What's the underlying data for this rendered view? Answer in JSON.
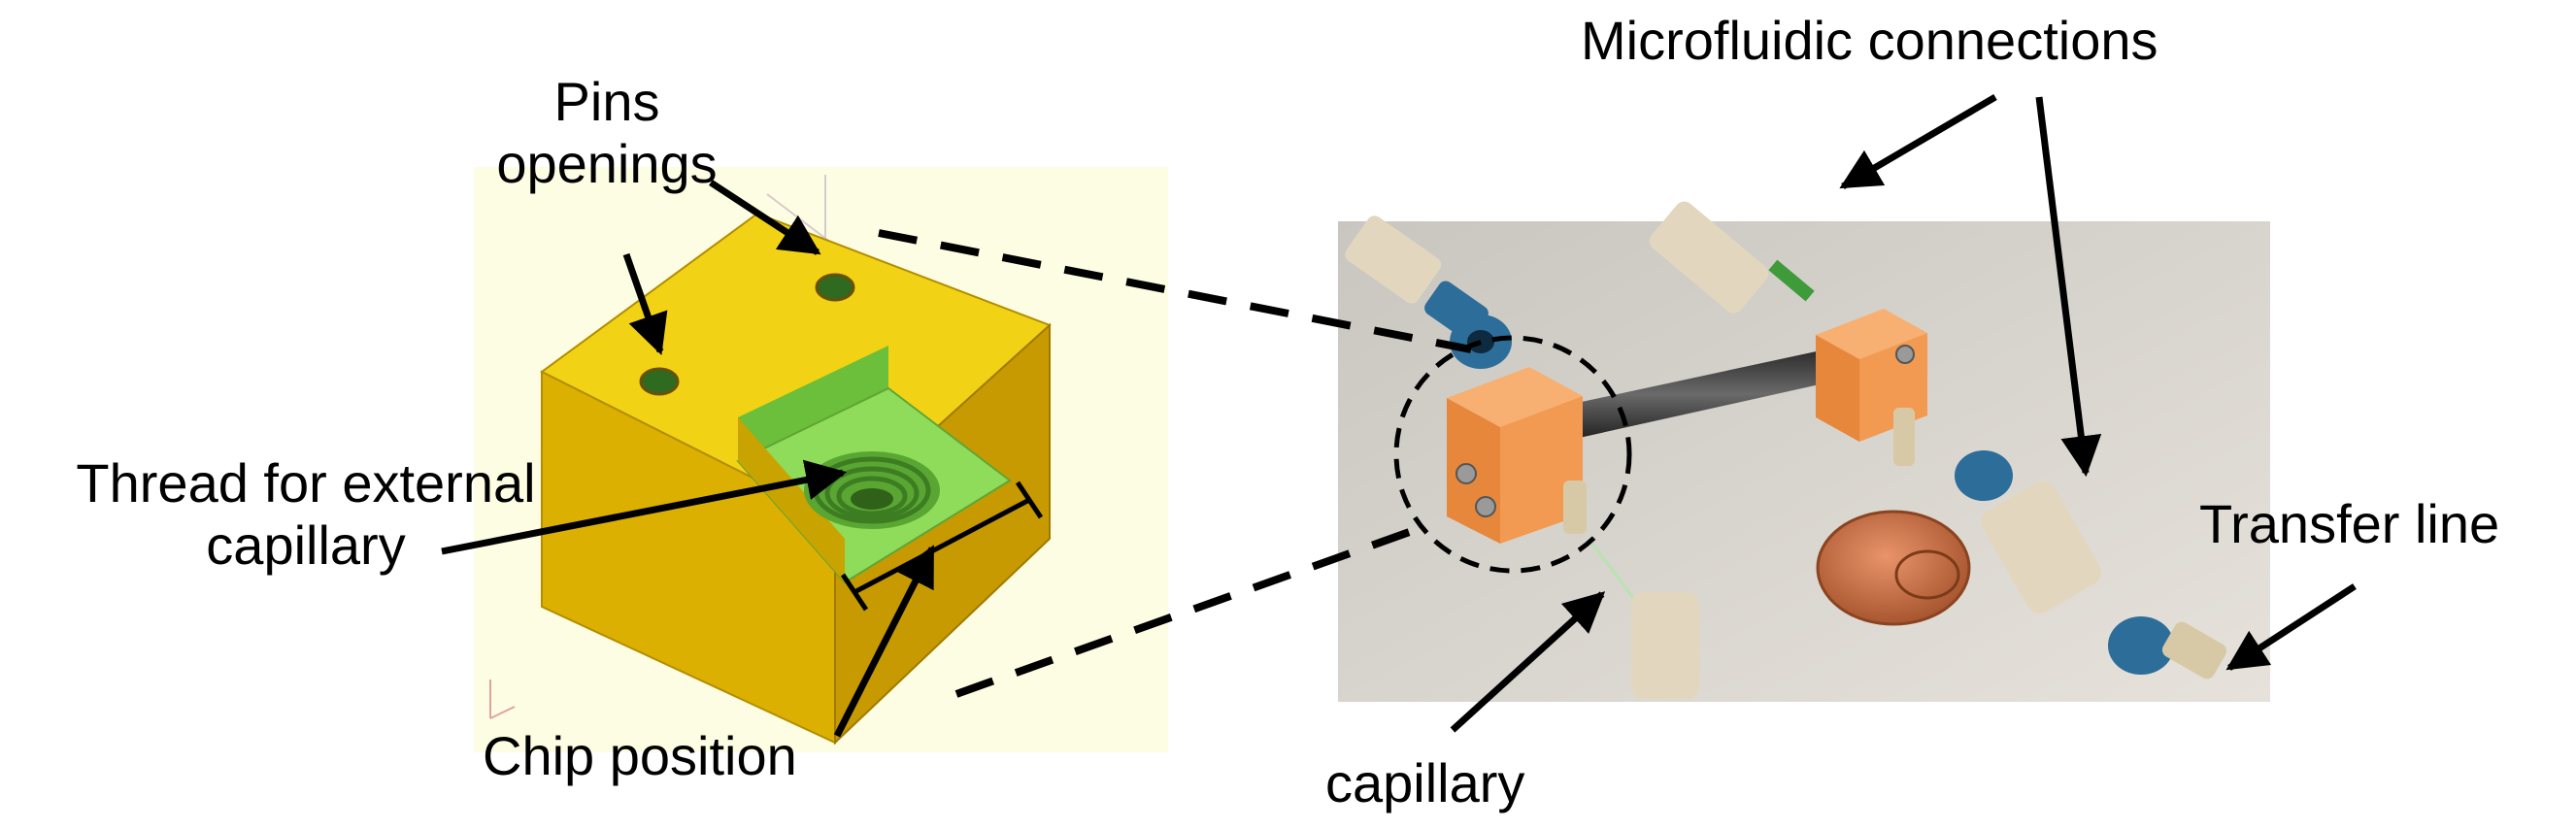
{
  "labels": {
    "pins_openings": [
      "Pins",
      "openings"
    ],
    "thread": [
      "Thread for external",
      "capillary"
    ],
    "chip_position": "Chip position",
    "microfluidic": "Microfluidic connections",
    "transfer_line": "Transfer line",
    "capillary": "capillary"
  },
  "colors": {
    "cad_background": "#fdfde3",
    "holder_top": "#f2d214",
    "holder_front": "#dcb000",
    "holder_side": "#c29600",
    "recess_green": "#8edc59",
    "photo_surface": "#d8d4cd",
    "orange_connector": "#f29a52",
    "blue_nut": "#2d6d9a",
    "fitting_beige": "#e2d7be",
    "coin_copper": "#c86e3c"
  },
  "icons": [
    "holder-3d-model",
    "photo-setup",
    "coin-icon"
  ]
}
